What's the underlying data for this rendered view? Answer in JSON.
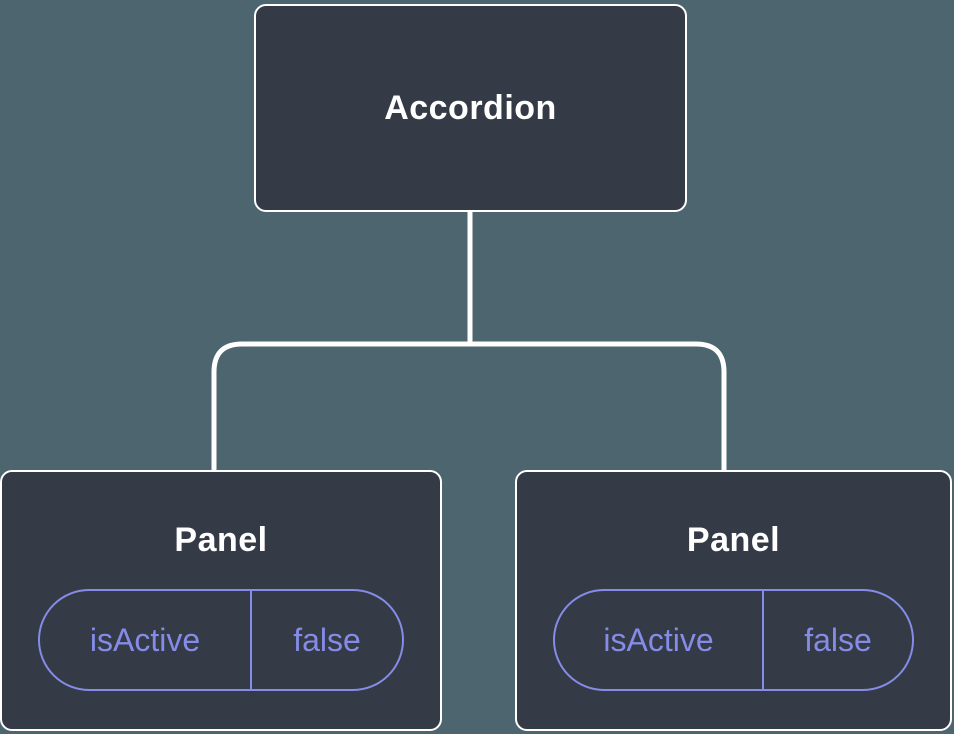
{
  "tree": {
    "root": {
      "label": "Accordion"
    },
    "children": [
      {
        "label": "Panel",
        "state": {
          "key": "isActive",
          "value": "false"
        }
      },
      {
        "label": "Panel",
        "state": {
          "key": "isActive",
          "value": "false"
        }
      }
    ]
  },
  "colors": {
    "background": "#4d656e",
    "node_fill": "#343a46",
    "node_border": "#ffffff",
    "node_text": "#ffffff",
    "connector": "#ffffff",
    "state_accent": "#858ce7"
  }
}
